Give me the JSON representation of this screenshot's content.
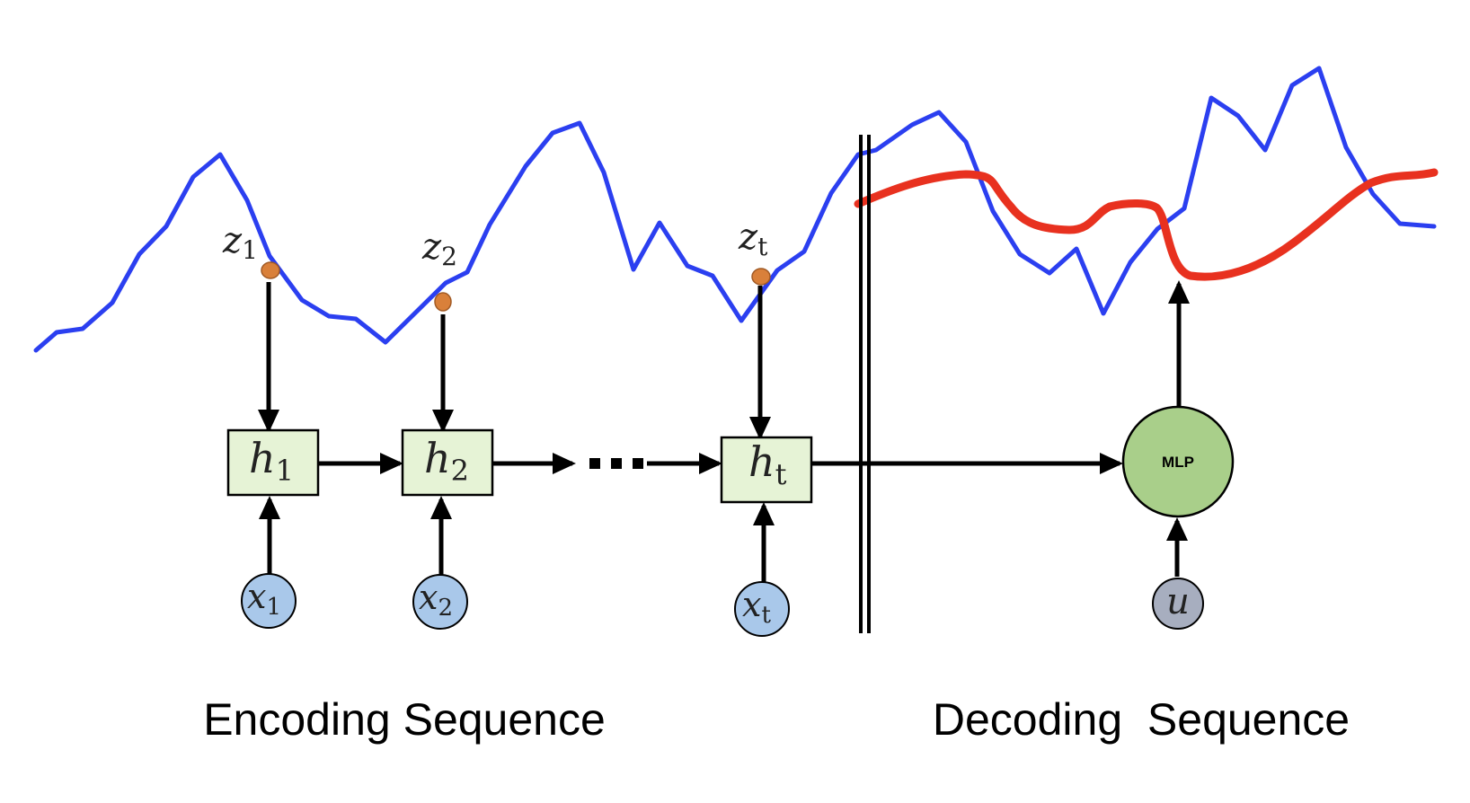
{
  "captions": {
    "encoding": "Encoding Sequence",
    "decoding": "Decoding  Sequence"
  },
  "encoder": {
    "hidden_states": [
      {
        "symbol": "h",
        "subscript": "1"
      },
      {
        "symbol": "h",
        "subscript": "2"
      },
      {
        "symbol": "h",
        "subscript": "t"
      }
    ],
    "inputs": [
      {
        "symbol": "x",
        "subscript": "1"
      },
      {
        "symbol": "x",
        "subscript": "2"
      },
      {
        "symbol": "x",
        "subscript": "t"
      }
    ],
    "observations": [
      {
        "symbol": "z",
        "subscript": "1"
      },
      {
        "symbol": "z",
        "subscript": "2"
      },
      {
        "symbol": "z",
        "subscript": "t"
      }
    ]
  },
  "decoder": {
    "mlp_label": "MLP",
    "input_symbol": "u"
  },
  "colors": {
    "observed_series": "#2b3ff0",
    "forecast_series": "#e8311f",
    "observation_dot": "#d9803a",
    "hidden_box_fill": "#e6f3d6",
    "input_circle_fill": "#a9c8ea",
    "mlp_fill": "#a9cf8a",
    "u_circle_fill": "#a7aebf",
    "arrow": "#000000"
  },
  "icons": {
    "continuation": "ellipsis-dots",
    "separator": "double-vertical-bar"
  }
}
